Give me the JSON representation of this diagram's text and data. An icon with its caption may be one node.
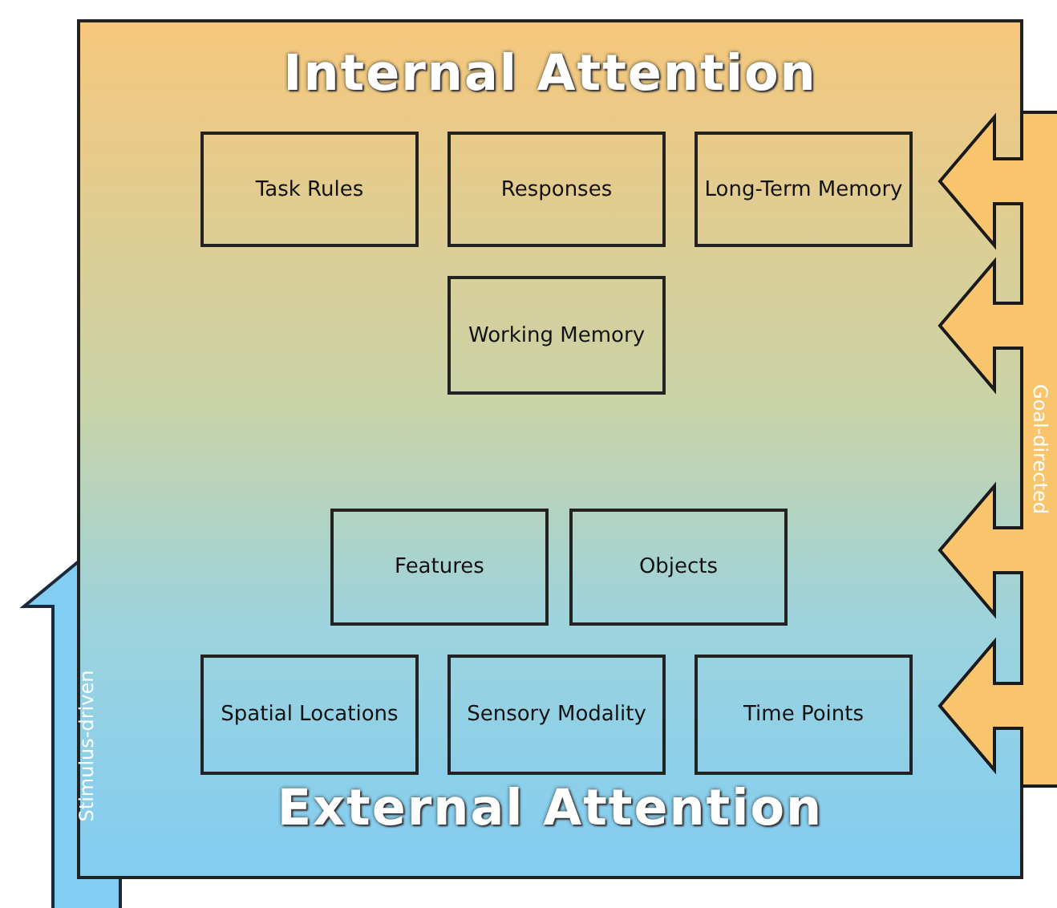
{
  "diagram": {
    "nodes": [
      {
        "text": [
          "Internal Attention",
          "External Attention"
        ]
      },
      {
        "text": [
          "Task Rules"
        ],
        "in": 0
      },
      {
        "text": [
          "Responses"
        ],
        "in": 0
      },
      {
        "text": [
          "Long-Term Memory"
        ],
        "in": 0
      },
      {
        "text": [
          "Working Memory"
        ],
        "in": 0
      },
      {
        "text": [
          "Features"
        ],
        "in": 0
      },
      {
        "text": [
          "Objects"
        ],
        "in": 0
      },
      {
        "text": [
          "Spatial Locations"
        ],
        "in": 0
      },
      {
        "text": [
          "Sensory Modality"
        ],
        "in": 0
      },
      {
        "text": [
          "Time Points"
        ],
        "in": 0
      }
    ],
    "labels": [
      "Goal-directed",
      "Stimulus-driven"
    ]
  }
}
